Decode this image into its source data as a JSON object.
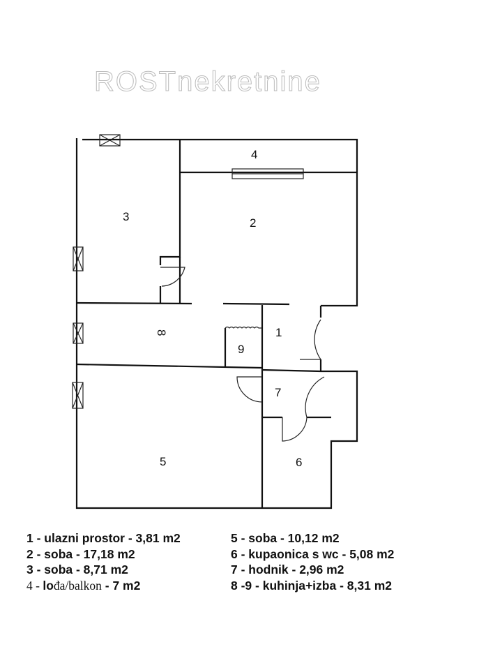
{
  "plan": {
    "room_numbers": [
      "1",
      "2",
      "3",
      "4",
      "5",
      "6",
      "7",
      "8",
      "9"
    ],
    "watermark": "ROSTnekretnine"
  },
  "legend": {
    "left": [
      "1 - ulazni prostor - 3,81 m2",
      "2 - soba - 17,18 m2",
      "3 - soba - 8,71 m2",
      {
        "prefix": "4 - ",
        "name_bold": "lo",
        "name": "đa/balkon",
        "area": " - 7 m2"
      }
    ],
    "right": [
      "5 - soba - 10,12 m2",
      "6 - kupaonica s wc - 5,08 m2",
      "7 - hodnik - 2,96 m2",
      "8 -9 - kuhinja+izba - 8,31 m2"
    ]
  }
}
